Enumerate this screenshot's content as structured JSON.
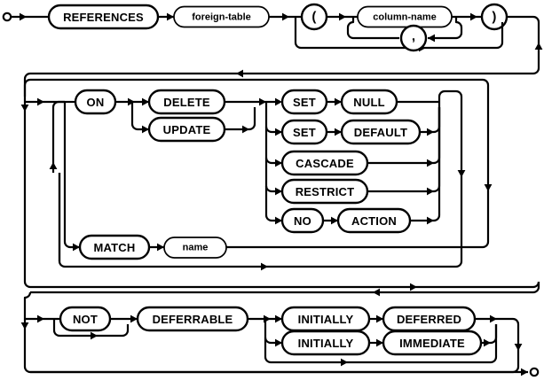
{
  "diagram": {
    "kind": "railroad-syntax-diagram",
    "title": "REFERENCES clause (foreign key constraint) syntax",
    "colors": {
      "stroke": "#000000",
      "background": "#ffffff",
      "text": "#000000"
    },
    "start_marker": "start-circle",
    "end_marker": "end-circle",
    "rows": [
      {
        "id": "row-references",
        "items": [
          "REFERENCES",
          "foreign-table",
          "(",
          "column-name",
          ",",
          ")"
        ]
      },
      {
        "id": "row-on-action",
        "items": [
          "ON",
          "DELETE",
          "UPDATE",
          "SET",
          "NULL",
          "SET",
          "DEFAULT",
          "CASCADE",
          "RESTRICT",
          "NO",
          "ACTION"
        ]
      },
      {
        "id": "row-match",
        "items": [
          "MATCH",
          "name"
        ]
      },
      {
        "id": "row-deferrable",
        "items": [
          "NOT",
          "DEFERRABLE",
          "INITIALLY",
          "DEFERRED",
          "INITIALLY",
          "IMMEDIATE"
        ]
      }
    ],
    "nodes": {
      "references": {
        "label": "REFERENCES",
        "type": "terminal"
      },
      "foreign_table": {
        "label": "foreign-table",
        "type": "nonterminal"
      },
      "lparen": {
        "label": "(",
        "type": "terminal"
      },
      "column_name": {
        "label": "column-name",
        "type": "nonterminal"
      },
      "comma": {
        "label": ",",
        "type": "terminal"
      },
      "rparen": {
        "label": ")",
        "type": "terminal"
      },
      "on": {
        "label": "ON",
        "type": "terminal"
      },
      "delete": {
        "label": "DELETE",
        "type": "terminal"
      },
      "update": {
        "label": "UPDATE",
        "type": "terminal"
      },
      "set1": {
        "label": "SET",
        "type": "terminal"
      },
      "null": {
        "label": "NULL",
        "type": "terminal"
      },
      "set2": {
        "label": "SET",
        "type": "terminal"
      },
      "default": {
        "label": "DEFAULT",
        "type": "terminal"
      },
      "cascade": {
        "label": "CASCADE",
        "type": "terminal"
      },
      "restrict": {
        "label": "RESTRICT",
        "type": "terminal"
      },
      "no": {
        "label": "NO",
        "type": "terminal"
      },
      "action": {
        "label": "ACTION",
        "type": "terminal"
      },
      "match": {
        "label": "MATCH",
        "type": "terminal"
      },
      "name": {
        "label": "name",
        "type": "nonterminal"
      },
      "not": {
        "label": "NOT",
        "type": "terminal"
      },
      "deferrable": {
        "label": "DEFERRABLE",
        "type": "terminal"
      },
      "initially1": {
        "label": "INITIALLY",
        "type": "terminal"
      },
      "deferred": {
        "label": "DEFERRED",
        "type": "terminal"
      },
      "initially2": {
        "label": "INITIALLY",
        "type": "terminal"
      },
      "immediate": {
        "label": "IMMEDIATE",
        "type": "terminal"
      }
    }
  }
}
